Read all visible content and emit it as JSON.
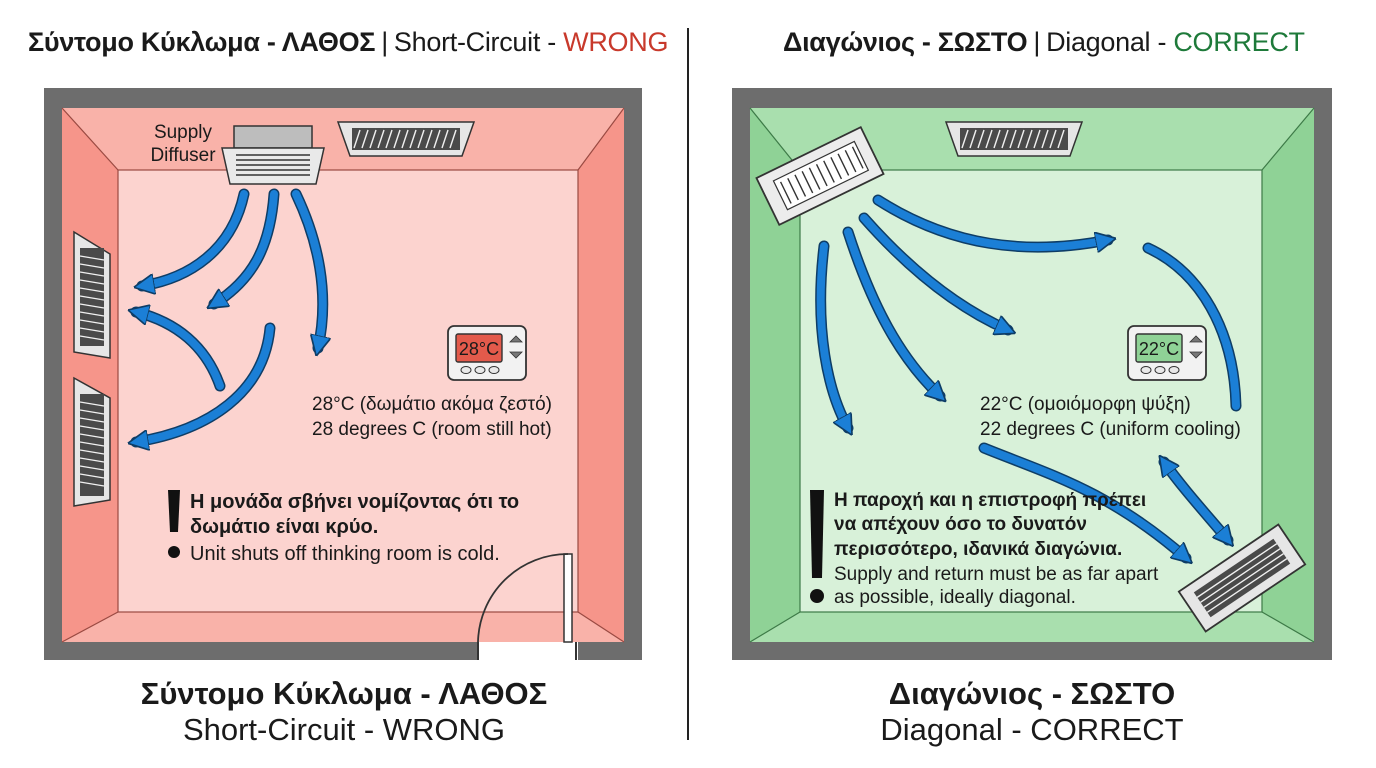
{
  "left": {
    "title_gr": "Σύντομο Κύκλωμα - ΛΑΘΟΣ",
    "title_sep": "|",
    "title_en_prefix": "Short-Circuit - ",
    "title_en_status": "WRONG",
    "diffuser_label_line1": "Supply",
    "diffuser_label_line2": "Diffuser",
    "thermostat_reading": "28°C",
    "temp_note_gr": "28°C (δωμάτιο ακόμα ζεστό)",
    "temp_note_en": "28 degrees C (room still hot)",
    "warning_gr_line1": "Η μονάδα σβήνει νομίζοντας ότι το",
    "warning_gr_line2": "δωμάτιο είναι κρύο.",
    "warning_en": "Unit shuts off thinking room is cold.",
    "bottom_title_gr": "Σύντομο Κύκλωμα - ΛΑΘΟΣ",
    "bottom_title_en": "Short-Circuit - WRONG"
  },
  "right": {
    "title_gr": "Διαγώνιος - ΣΩΣΤΟ",
    "title_sep": "|",
    "title_en_prefix": "Diagonal - ",
    "title_en_status": "CORRECT",
    "thermostat_reading": "22°C",
    "temp_note_gr": "22°C (ομοιόμορφη ψύξη)",
    "temp_note_en": "22 degrees C (uniform cooling)",
    "warning_gr_line1": "Η παροχή και η επιστροφή πρέπει",
    "warning_gr_line2": "να απέχουν όσο το δυνατόν",
    "warning_gr_line3": "περισσότερο, ιδανικά διαγώνια.",
    "warning_en_line1": "Supply and return must be as far apart",
    "warning_en_line2": "as possible, ideally diagonal.",
    "bottom_title_gr": "Διαγώνιος - ΣΩΣΤΟ",
    "bottom_title_en": "Diagonal - CORRECT"
  },
  "colors": {
    "wrong_red": "#c8392b",
    "correct_green": "#1e7a3a",
    "airflow_blue": "#1b7fd6",
    "wall_gray": "#6d6d6d"
  }
}
